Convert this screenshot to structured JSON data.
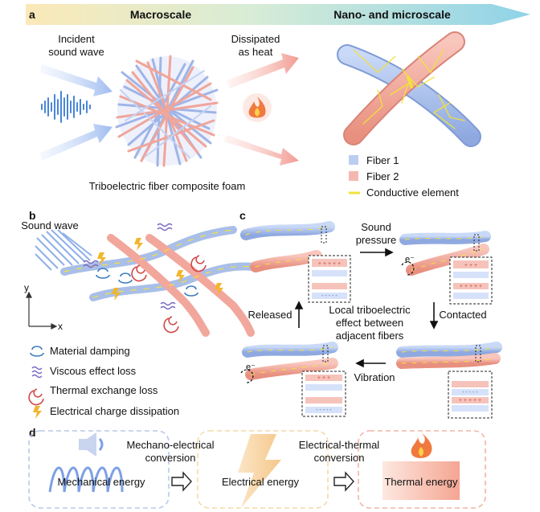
{
  "colors": {
    "fiber1": "#a9c2f0",
    "fiber2": "#f4a5a0",
    "conductive": "#f2e23a",
    "banner": "#8fd3e8",
    "mech_box": "#b9c9ea",
    "elec_box": "#f5d9a8",
    "therm_box": "#f0b5a5"
  },
  "panel_a": {
    "tag": "a",
    "banner_left": "Macroscale",
    "banner_right": "Nano- and microscale",
    "incident_line1": "Incident",
    "incident_line2": "sound wave",
    "dissipated_line1": "Dissipated",
    "dissipated_line2": "as heat",
    "foam_caption": "Triboelectric fiber composite foam",
    "legend": {
      "fiber1": "Fiber 1",
      "fiber2": "Fiber 2",
      "conductive": "Conductive element"
    }
  },
  "panel_b": {
    "tag": "b",
    "sound_wave": "Sound wave",
    "axis_y": "y",
    "axis_x": "x",
    "legend": {
      "damping": "Material damping",
      "viscous": "Viscous effect loss",
      "thermal": "Thermal exchange loss",
      "charge": "Electrical charge dissipation"
    }
  },
  "panel_c": {
    "tag": "c",
    "sound_line1": "Sound",
    "sound_line2": "pressure",
    "contacted": "Contacted",
    "vibration": "Vibration",
    "released": "Released",
    "center_line1": "Local triboelectric",
    "center_line2": "effect between",
    "center_line3": "adjacent fibers",
    "electron": "e⁻"
  },
  "panel_d": {
    "tag": "d",
    "conv1_line1": "Mechano-electrical",
    "conv1_line2": "conversion",
    "conv2_line1": "Electrical-thermal",
    "conv2_line2": "conversion",
    "box1": "Mechanical energy",
    "box2": "Electrical energy",
    "box3": "Thermal energy"
  }
}
